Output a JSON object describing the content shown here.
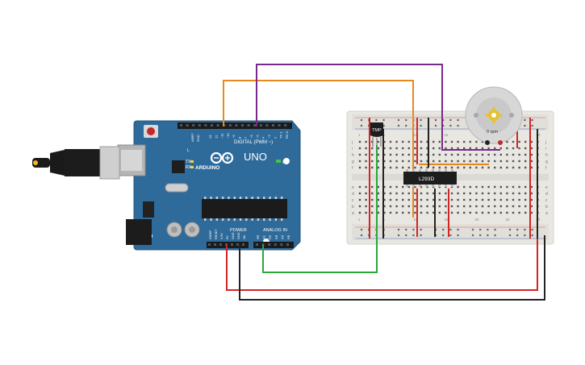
{
  "board": {
    "brand": "ARDUINO",
    "model": "UNO",
    "digital_label": "DIGITAL (PWM ~)",
    "power_label": "POWER",
    "analog_label": "ANALOG IN",
    "on_label": "ON",
    "tx_label": "TX",
    "rx_label": "RX",
    "aref_label": "AREF",
    "gnd_label": "GND",
    "l_label": "L",
    "ioref_label": "IOREF",
    "reset_label": "RESET",
    "v33_label": "3.3V",
    "v5_label": "5V",
    "vin_label": "Vin",
    "digital_pins": [
      "13",
      "12",
      "~11",
      "~10",
      "~9",
      "8",
      "7",
      "~6",
      "~5",
      "4",
      "~3",
      "2",
      "TX 1",
      "RX 0"
    ],
    "analog_pins": [
      "A0",
      "A1",
      "A2",
      "A3",
      "A4",
      "A5"
    ]
  },
  "sensor": {
    "label": "TMP"
  },
  "chip": {
    "label": "L293D"
  },
  "motor": {
    "speed": "0 rpm"
  },
  "breadboard": {
    "row_letters_top": [
      "j",
      "i",
      "h",
      "g",
      "f"
    ],
    "row_letters_bottom": [
      "e",
      "d",
      "c",
      "b",
      "a"
    ],
    "column_numbers": [
      "1",
      "5",
      "10",
      "15",
      "20",
      "25",
      "30"
    ]
  },
  "colors": {
    "board": "#2e6a9a",
    "orange_wire": "#e8891c",
    "purple_wire": "#7a2a8a",
    "green_wire": "#2aa83a",
    "red_wire": "#d42424",
    "black_wire": "#222222",
    "breadboard": "#e9e7e2"
  }
}
